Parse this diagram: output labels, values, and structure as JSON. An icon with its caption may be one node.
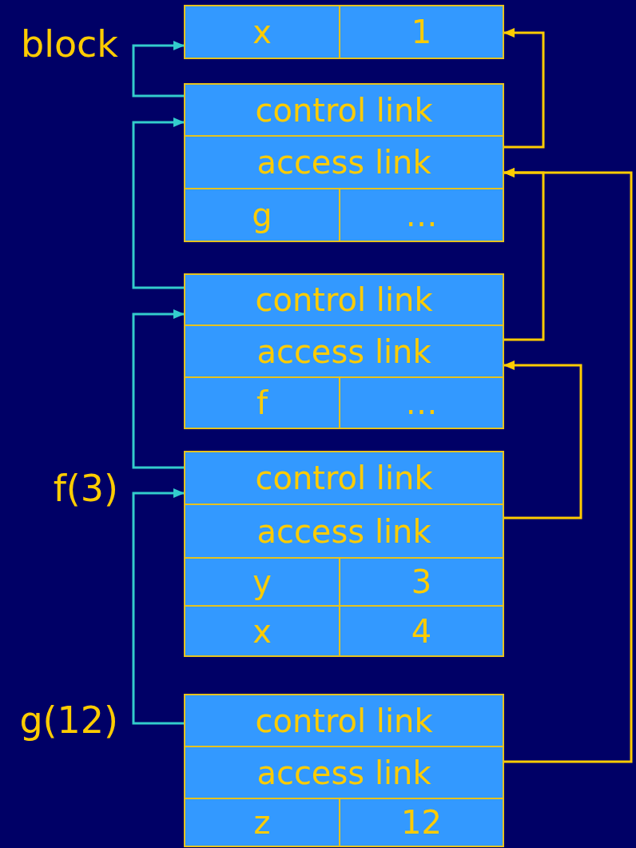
{
  "diagram": {
    "nodes": [
      {
        "text": [],
        "shape": "box",
        "beside": [
          "block"
        ]
      },
      {
        "text": [
          "x",
          "1"
        ],
        "in": 0
      },
      {
        "text": [],
        "shape": "box"
      },
      {
        "text": [
          "control link"
        ],
        "in": 2
      },
      {
        "text": [
          "access link"
        ],
        "in": 2
      },
      {
        "text": [
          "g",
          "…"
        ],
        "in": 2
      },
      {
        "text": [],
        "shape": "box"
      },
      {
        "text": [
          "control link"
        ],
        "in": 6
      },
      {
        "text": [
          "access link"
        ],
        "in": 6
      },
      {
        "text": [
          "f",
          "…"
        ],
        "in": 6
      },
      {
        "text": [],
        "shape": "box",
        "beside": [
          "f(3)"
        ]
      },
      {
        "text": [
          "control link"
        ],
        "in": 10
      },
      {
        "text": [
          "access link"
        ],
        "in": 10
      },
      {
        "text": [
          "y",
          "3"
        ],
        "in": 10
      },
      {
        "text": [
          "x",
          "4"
        ],
        "in": 10
      },
      {
        "text": [],
        "shape": "box",
        "beside": [
          "g(12)"
        ]
      },
      {
        "text": [
          "control link"
        ],
        "in": 15
      },
      {
        "text": [
          "access link"
        ],
        "in": 15
      },
      {
        "text": [
          "z",
          "12"
        ],
        "in": 15
      }
    ],
    "edges": [
      {
        "from": 3,
        "to": 1,
        "arrow": "to",
        "color": "#33cccc"
      },
      {
        "from": 7,
        "to": 3,
        "arrow": "to",
        "color": "#33cccc"
      },
      {
        "from": 11,
        "to": 7,
        "arrow": "to",
        "color": "#33cccc"
      },
      {
        "from": 16,
        "to": 11,
        "arrow": "to",
        "color": "#33cccc"
      },
      {
        "from": 4,
        "to": 1,
        "arrow": "to",
        "color": "#ffcc00"
      },
      {
        "from": 8,
        "to": 4,
        "arrow": "to",
        "color": "#ffcc00"
      },
      {
        "from": 12,
        "to": 8,
        "arrow": "to",
        "color": "#ffcc00"
      },
      {
        "from": 17,
        "to": 4,
        "arrow": "to",
        "color": "#ffcc00"
      }
    ]
  }
}
